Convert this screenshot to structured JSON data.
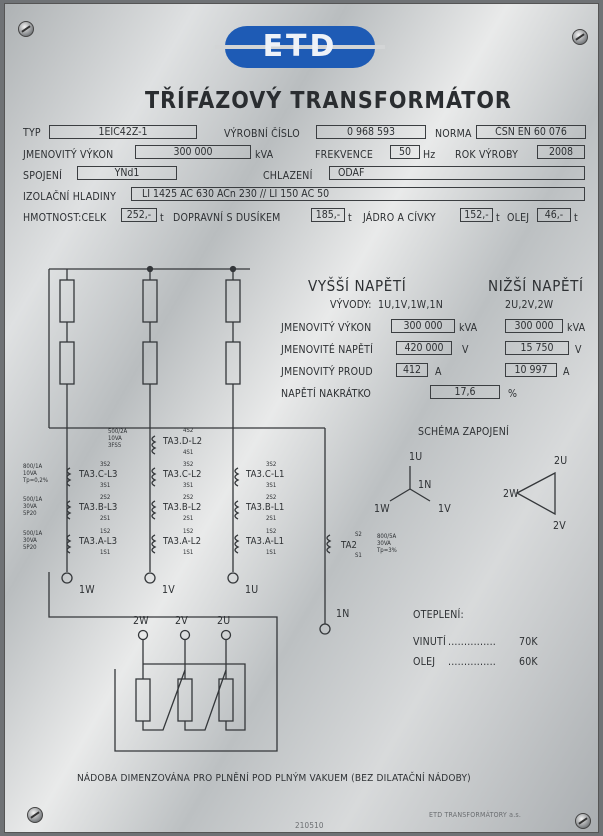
{
  "logo": {
    "text": "ETD"
  },
  "title": "TŘÍFÁZOVÝ TRANSFORMÁTOR",
  "specs": {
    "typ_label": "TYP",
    "typ_value": "1EIC42Z-1",
    "vyrobni_cislo_label": "VÝROBNÍ ČÍSLO",
    "vyrobni_cislo_value": "0 968 593",
    "norma_label": "NORMA",
    "norma_value": "ČSN EN 60 076",
    "jmenovity_vykon_label": "JMENOVITÝ VÝKON",
    "jmenovity_vykon_value": "300 000",
    "jmenovity_vykon_unit": "kVA",
    "frekvence_label": "FREKVENCE",
    "frekvence_value": "50",
    "frekvence_unit": "Hz",
    "rok_vyroby_label": "ROK VÝROBY",
    "rok_vyroby_value": "2008",
    "spojeni_label": "SPOJENÍ",
    "spojeni_value": "YNd1",
    "chlazeni_label": "CHLAZENÍ",
    "chlazeni_value": "ODAF",
    "izolacni_hladiny_label": "IZOLAČNÍ HLADINY",
    "izolacni_hladiny_value": "LI 1425 AC 630 ACn 230 // LI 150 AC 50",
    "hmotnost_celk_label": "HMOTNOST:CELK",
    "hmotnost_celk_value": "252,-",
    "t_unit": "t",
    "dopravni_label": "DOPRAVNÍ S DUSÍKEM",
    "dopravni_value": "185,-",
    "jadro_label": "JÁDRO A CÍVKY",
    "jadro_value": "152,-",
    "olej_label": "OLEJ",
    "olej_value": "46,-"
  },
  "ratings": {
    "hv_header": "VYŠŠÍ NAPĚTÍ",
    "lv_header": "NIŽŠÍ NAPĚTÍ",
    "vyvody_label": "VÝVODY:",
    "hv_vyvody": "1U,1V,1W,1N",
    "lv_vyvody": "2U,2V,2W",
    "vykon_label": "JMENOVITÝ VÝKON",
    "hv_vykon": "300 000",
    "lv_vykon": "300 000",
    "vykon_unit": "kVA",
    "napeti_label": "JMENOVITÉ NAPĚTÍ",
    "hv_napeti": "420 000",
    "lv_napeti": "15 750",
    "napeti_unit": "V",
    "proud_label": "JMENOVITÝ PROUD",
    "hv_proud": "412",
    "lv_proud": "10 997",
    "proud_unit": "A",
    "nakratko_label": "NAPĚTÍ NAKRÁTKO",
    "nakratko_value": "17,6",
    "nakratko_unit": "%"
  },
  "schema": {
    "title": "SCHÉMA ZAPOJENÍ",
    "wye": {
      "top": "1U",
      "center": "1N",
      "left": "1W",
      "right": "1V"
    },
    "delta": {
      "top": "2U",
      "left": "2W",
      "bottom": "2V"
    }
  },
  "ct": {
    "d_l2": {
      "name": "TA3.D-L2",
      "top": "4S2",
      "bottom": "4S1",
      "specs": [
        "500/2A",
        "10VA",
        "3FS5"
      ]
    },
    "c_l3": {
      "name": "TA3.C-L3",
      "top": "3S2",
      "bottom": "3S1",
      "specs": [
        "800/1A",
        "10VA",
        "Tp=0,2%"
      ]
    },
    "c_l2": {
      "name": "TA3.C-L2",
      "top": "3S2",
      "bottom": "3S1"
    },
    "c_l1": {
      "name": "TA3.C-L1",
      "top": "3S2",
      "bottom": "3S1"
    },
    "b_l3": {
      "name": "TA3.B-L3",
      "top": "2S2",
      "bottom": "2S1",
      "specs": [
        "500/1A",
        "30VA",
        "5P20"
      ]
    },
    "b_l2": {
      "name": "TA3.B-L2",
      "top": "2S2",
      "bottom": "2S1"
    },
    "b_l1": {
      "name": "TA3.B-L1",
      "top": "2S2",
      "bottom": "2S1"
    },
    "a_l3": {
      "name": "TA3.A-L3",
      "top": "1S2",
      "bottom": "1S1",
      "specs": [
        "500/1A",
        "30VA",
        "5P20"
      ]
    },
    "a_l2": {
      "name": "TA3.A-L2",
      "top": "1S2",
      "bottom": "1S1"
    },
    "a_l1": {
      "name": "TA3.A-L1",
      "top": "1S2",
      "bottom": "1S1"
    },
    "ta2": {
      "name": "TA2",
      "top": "S2",
      "bottom": "S1",
      "specs": [
        "800/5A",
        "30VA",
        "Tp=3%"
      ]
    }
  },
  "terminals": {
    "hv": [
      "1W",
      "1V",
      "1U"
    ],
    "neutral": "1N",
    "lv": [
      "2W",
      "2V",
      "2U"
    ]
  },
  "oteplení": {
    "title": "OTEPLENÍ:",
    "vinuti_label": "VINUTÍ",
    "vinuti_value": "70K",
    "olej_label": "OLEJ",
    "olej_value": "60K"
  },
  "footer": {
    "note": "NÁDOBA DIMENZOVÁNA PRO PLNĚNÍ POD PLNÝM VAKUEM (BEZ DILATAČNÍ NÁDOBY)",
    "code": "210510",
    "maker": "ETD TRANSFORMÁTORY a.s."
  },
  "colors": {
    "logo_blue": "#1e5bb5",
    "plate": "#d3d5d6",
    "ink": "#2d3033"
  }
}
